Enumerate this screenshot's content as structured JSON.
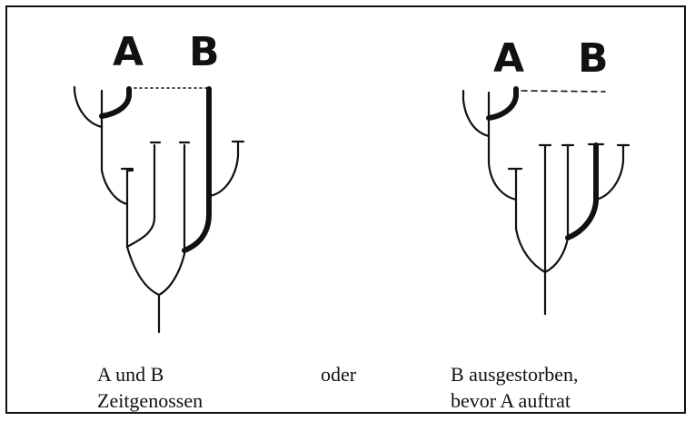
{
  "left_tree": {
    "label_a": "A",
    "label_b": "B",
    "caption_line1": "A und B",
    "caption_line2": "Zeitgenossen"
  },
  "connector": "oder",
  "right_tree": {
    "label_a": "A",
    "label_b": "B",
    "caption_line1": "B ausgestorben,",
    "caption_line2": "bevor A auftrat"
  },
  "colors": {
    "ink": "#111111",
    "background": "#ffffff"
  }
}
